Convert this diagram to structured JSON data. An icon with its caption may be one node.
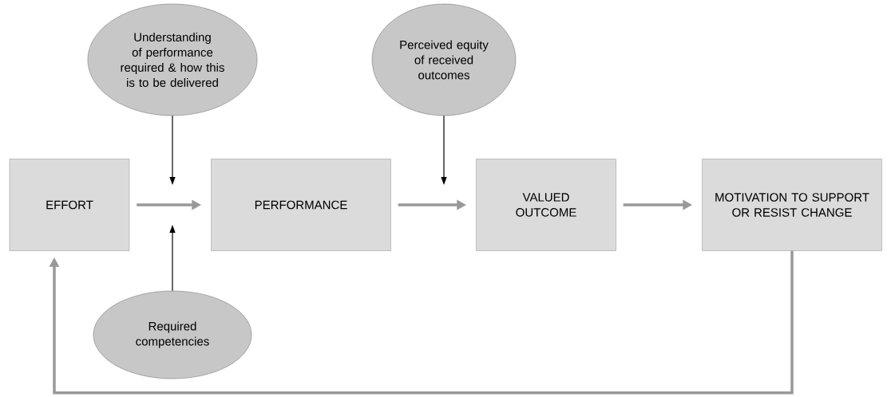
{
  "diagram": {
    "nodes": [
      {
        "text": [
          "EFFORT"
        ]
      },
      {
        "text": [
          "PERFORMANCE"
        ]
      },
      {
        "text": [
          "VALUED OUTCOME"
        ]
      },
      {
        "text": [
          "MOTIVATION TO SUPPORT OR RESIST CHANGE"
        ]
      },
      {
        "text": [
          "Understanding of performance required & how this is to be delivered"
        ]
      },
      {
        "text": [
          "Perceived equity of received outcomes"
        ]
      },
      {
        "text": [
          "Required competencies"
        ]
      }
    ],
    "edges": [
      {
        "from": 0,
        "to": 1,
        "arrow": "to"
      },
      {
        "from": 1,
        "to": 2,
        "arrow": "to"
      },
      {
        "from": 2,
        "to": 3,
        "arrow": "to"
      },
      {
        "from": 3,
        "to": 0,
        "arrow": "to"
      },
      {
        "from": 4,
        "to": null,
        "arrow": "to",
        "color": "#000000"
      },
      {
        "from": 6,
        "to": null,
        "arrow": "to",
        "color": "#000000"
      },
      {
        "from": 5,
        "to": null,
        "arrow": "to",
        "color": "#000000"
      }
    ]
  }
}
